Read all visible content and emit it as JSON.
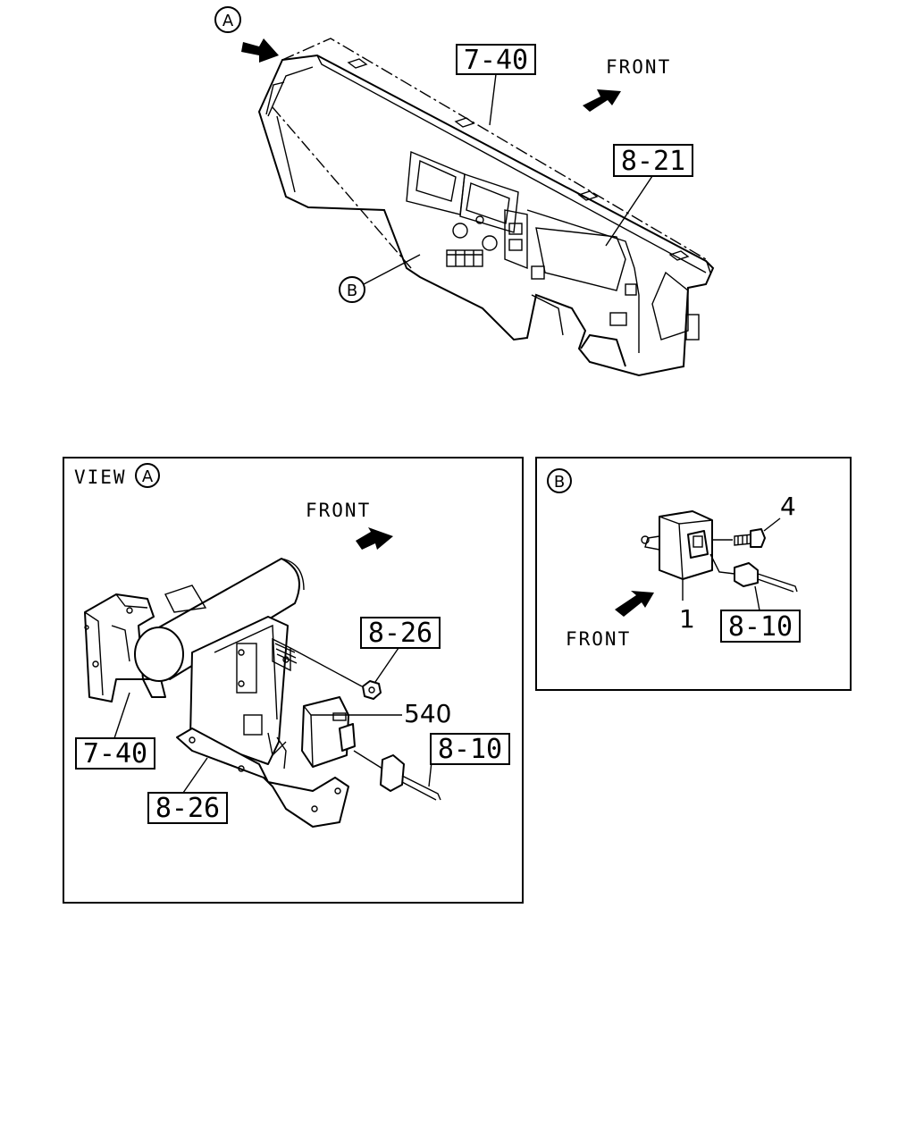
{
  "top_view": {
    "label_7_40": "7-40",
    "label_8_21": "8-21",
    "front_text": "FRONT",
    "callout_a": "A",
    "callout_b": "B"
  },
  "view_a": {
    "title_text": "VIEW",
    "title_circle": "A",
    "front_text": "FRONT",
    "label_8_26_top": "8-26",
    "label_7_40": "7-40",
    "label_8_26_bottom": "8-26",
    "label_8_10": "8-10",
    "part_540": "540"
  },
  "view_b": {
    "title_circle": "B",
    "part_4": "4",
    "part_1": "1",
    "front_text": "FRONT",
    "label_8_10": "8-10"
  }
}
